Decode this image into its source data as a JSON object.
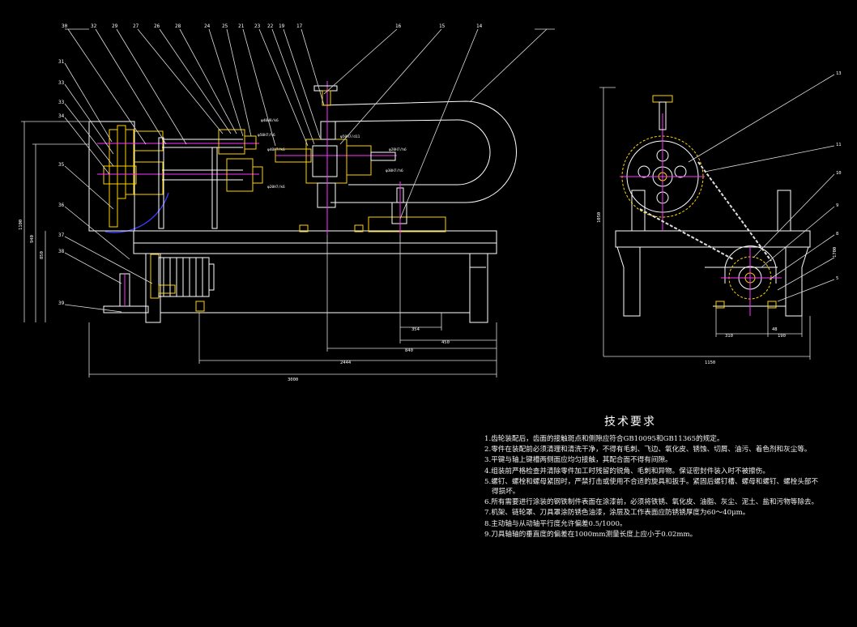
{
  "drawing": {
    "callouts_front": [
      "30",
      "32",
      "29",
      "27",
      "26",
      "28",
      "24",
      "25",
      "21",
      "23",
      "22",
      "19",
      "17",
      "16",
      "15",
      "14",
      "31",
      "33",
      "33",
      "34",
      "35",
      "36",
      "37",
      "38",
      "39"
    ],
    "callouts_side": [
      "13",
      "11",
      "10",
      "9",
      "8",
      "1700",
      "5"
    ],
    "dimensions_front": [
      "1100",
      "940",
      "850",
      "3000",
      "2444",
      "840",
      "450",
      "354"
    ],
    "dimensions_side": [
      "1050",
      "1150",
      "310",
      "190",
      "48"
    ],
    "fit_labels": [
      "φ40H8/k6",
      "φ50H7/h6",
      "φ40H7/k6",
      "φ50H7/d11",
      "φ20H7/h6",
      "φ30H7/h6",
      "φ20H7/k6"
    ]
  },
  "notes": {
    "title": "技术要求",
    "items": [
      "1.齿轮装配后，齿面的接触斑点和侧隙应符合GB10095和GB11365的规定。",
      "2.零件在装配前必须清理和清洗干净，不得有毛刺、飞边、氧化皮、锈蚀、切屑、油污、着色剂和灰尘等。",
      "3.平键与轴上键槽两侧面应均匀接触，其配合面不得有间隙。",
      "4.组装前严格检查并清除零件加工时残留的锐角、毛刺和异物。保证密封件装入时不被擦伤。",
      "5.螺钉、螺栓和螺母紧固时，严禁打击或使用不合适的旋具和扳手。紧固后螺钉槽、螺母和螺钉、螺栓头部不得损坏。",
      "6.所有需要进行涂装的钢铁制件表面在涂漆前，必须将铁锈、氧化皮、油脂、灰尘、泥土、盐和污物等除去。",
      "7.机架、链轮罩、刀具罩涂防锈色油漆，涂层及工作表面应防锈锈厚度为60～40μm。",
      "8.主动轴与从动轴平行度允许偏差0.5/1000。",
      "9.刀具轴轴的垂直度的偏差在1000mm测量长度上应小于0.02mm。"
    ]
  },
  "colors": {
    "background": "#000000",
    "line": "#ffffff",
    "part": "#ffd400",
    "center": "#ff33ff",
    "guard": "#3c3cff",
    "dim": "#dddddd"
  }
}
